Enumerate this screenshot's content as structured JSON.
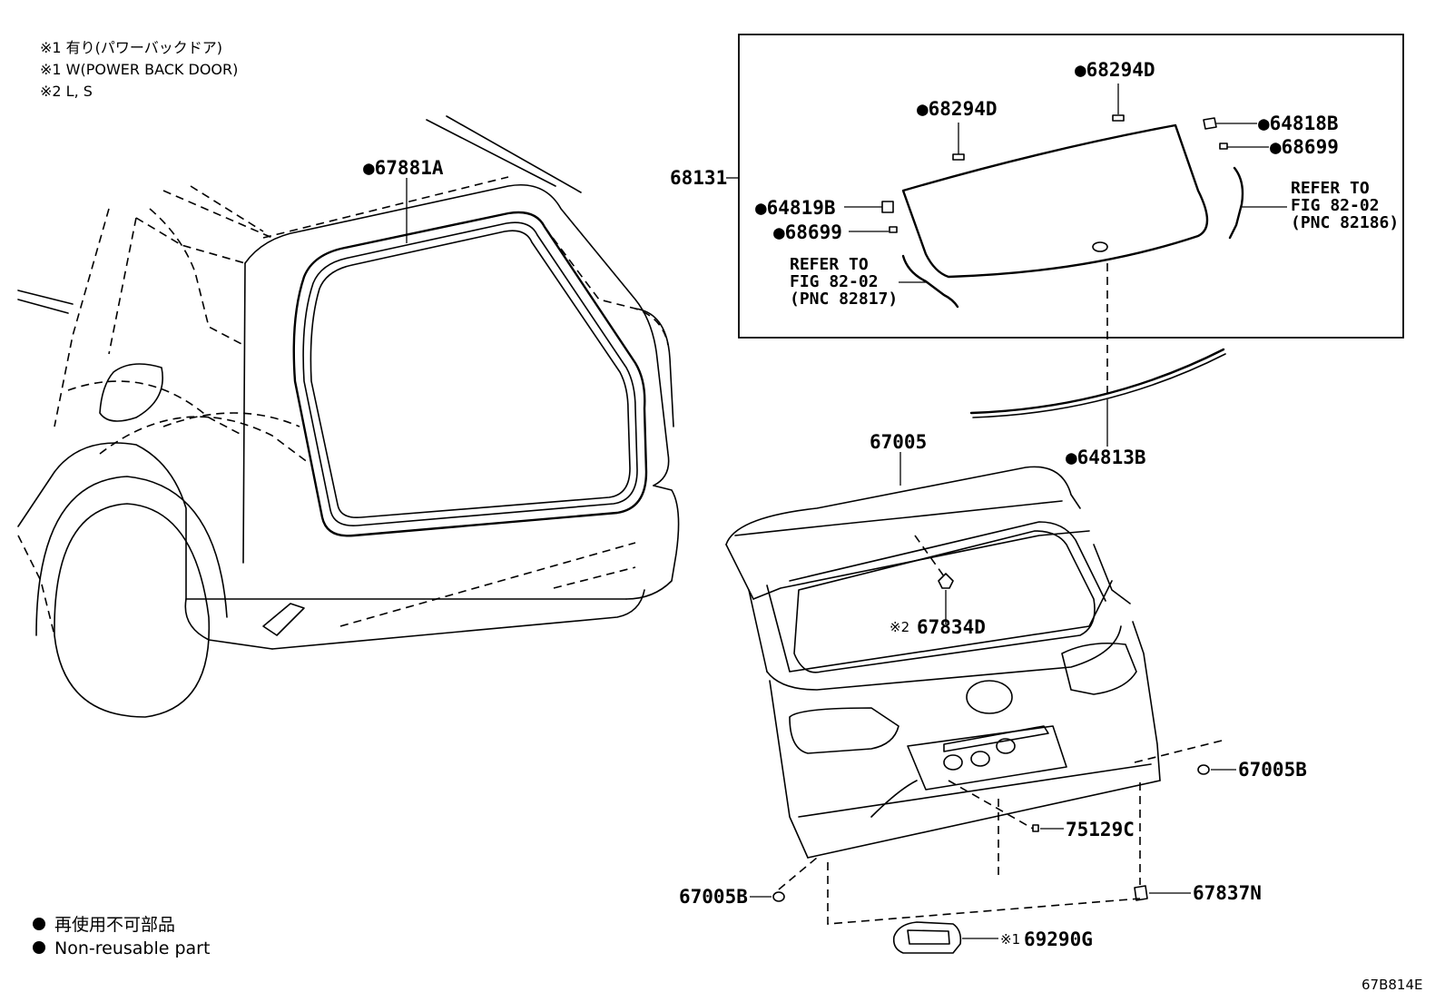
{
  "notes": {
    "line1": "※1 有り(パワーバックドア)",
    "line2": "※1 W(POWER BACK DOOR)",
    "line3": "※2 L, S"
  },
  "legend": {
    "line_jp": "再使用不可部品",
    "line_en": "Non-reusable part"
  },
  "figure_code": "67B814E",
  "parts": {
    "weatherstrip": "●67881A",
    "glass_assembly": "68131",
    "stopper_top": "●68294D",
    "stopper_left": "●68294D",
    "stopper_left_side": "●64819B",
    "spacer_left": "●68699",
    "stopper_right_side": "●64818B",
    "spacer_right": "●68699",
    "molding": "●64813B",
    "back_door_panel": "67005",
    "cushion_right": "67005B",
    "cushion_left": "67005B",
    "clip_center": "67834D",
    "clip_center_mark": "※2",
    "plug": "75129C",
    "bumper": "67837N",
    "lock_assy": "69290G",
    "lock_assy_mark": "※1"
  },
  "refs": {
    "left": {
      "line1": "REFER TO",
      "line2": "FIG 82-02",
      "line3": "(PNC 82817)"
    },
    "right": {
      "line1": "REFER TO",
      "line2": "FIG 82-02",
      "line3": "(PNC 82186)"
    }
  }
}
